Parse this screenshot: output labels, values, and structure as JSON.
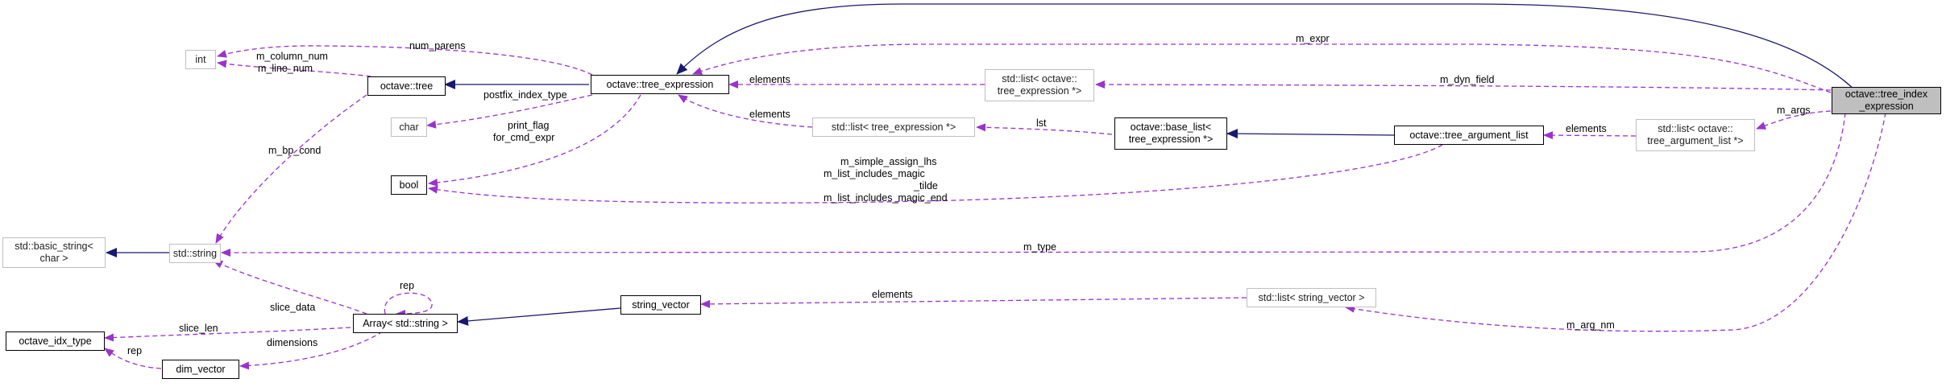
{
  "nodes": {
    "int": "int",
    "octave_tree": "octave::tree",
    "char": "char",
    "bool": "bool",
    "std_basic_string": [
      "std::basic_string<",
      "char >"
    ],
    "std_string": "std::string",
    "octave_idx_type": "octave_idx_type",
    "array_std_string": "Array< std::string >",
    "dim_vector": "dim_vector",
    "tree_expression": "octave::tree_expression",
    "string_vector": "string_vector",
    "list_octave_tree_expression": [
      "std::list< octave::",
      "tree_expression *>"
    ],
    "list_tree_expression": "std::list< tree_expression *>",
    "base_list": [
      "octave::base_list<",
      "tree_expression *>"
    ],
    "tree_argument_list": "octave::tree_argument_list",
    "list_octave_tree_argument_list": [
      "std::list< octave::",
      "tree_argument_list *>"
    ],
    "list_string_vector": "std::list< string_vector >",
    "tree_index_expression": [
      "octave::tree_index",
      "_expression"
    ]
  },
  "edge_labels": {
    "num_parens": "num_parens",
    "m_column_num_line_num": [
      "m_column_num",
      "m_line_num"
    ],
    "postfix_index_type": "postfix_index_type",
    "print_flag_for_cmd_expr": [
      "print_flag",
      "for_cmd_expr"
    ],
    "m_bp_cond": "m_bp_cond",
    "elements_list_octave": "elements",
    "elements_list_tree": "elements",
    "lst": "lst",
    "m_expr": "m_expr",
    "m_dyn_field": "m_dyn_field",
    "m_args": "m_args",
    "elements_arg_list": "elements",
    "bool_fields": [
      "m_simple_assign_lhs",
      "m_list_includes_magic",
      "_tilde",
      "m_list_includes_magic_end"
    ],
    "m_type": "m_type",
    "rep_self": "rep",
    "slice_data": "slice_data",
    "slice_len": "slice_len",
    "dimensions": "dimensions",
    "rep_dim": "rep",
    "elements_string_vector": "elements",
    "m_arg_nm": "m_arg_nm"
  },
  "colors": {
    "usage_edge": "#9a32cd",
    "inheritance_edge": "#191970",
    "focus_fill": "#bfbfbf"
  }
}
